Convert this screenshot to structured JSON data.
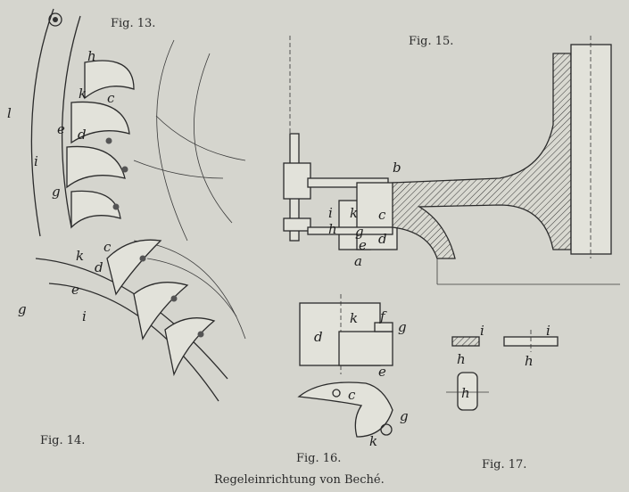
{
  "figures": {
    "fig13": {
      "title": "Fig. 13.",
      "labels": [
        "h",
        "k",
        "c",
        "l",
        "e",
        "d",
        "i",
        "g"
      ]
    },
    "fig14": {
      "title": "Fig. 14.",
      "labels": [
        "k",
        "c",
        "d",
        "e",
        "g",
        "i"
      ]
    },
    "fig15": {
      "title": "Fig. 15.",
      "labels": [
        "b",
        "i",
        "k",
        "c",
        "h",
        "g",
        "e",
        "d",
        "a"
      ]
    },
    "fig16": {
      "title": "Fig. 16.",
      "labels": [
        "k",
        "f",
        "g",
        "d",
        "e",
        "c",
        "g",
        "k"
      ]
    },
    "fig17": {
      "title": "Fig. 17.",
      "labels": [
        "i",
        "i",
        "h",
        "h",
        "h"
      ]
    }
  },
  "caption": "Regeleinrichtung von Beché."
}
